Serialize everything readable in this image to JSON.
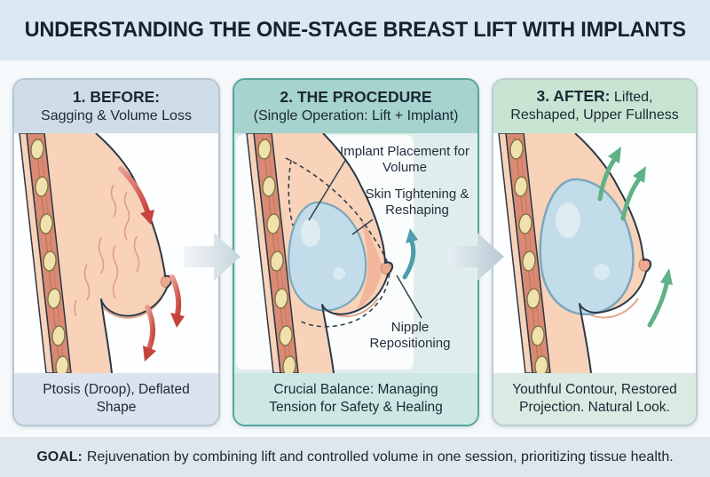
{
  "title": "UNDERSTANDING THE ONE-STAGE BREAST LIFT WITH IMPLANTS",
  "panels": [
    {
      "id": "before",
      "header_bold": "1. BEFORE:",
      "header_rest": "Sagging & Volume Loss",
      "caption": "Ptosis (Droop), Deflated Shape"
    },
    {
      "id": "procedure",
      "header_bold": "2. THE PROCEDURE",
      "header_rest": "(Single Operation: Lift + Implant)",
      "annotations": [
        "Implant Placement for Volume",
        "Skin Tightening & Reshaping",
        "Nipple Repositioning"
      ],
      "caption": "Crucial Balance: Managing Tension for Safety & Healing"
    },
    {
      "id": "after",
      "header_bold": "3. AFTER:",
      "header_rest": " Lifted, Reshaped, Upper Fullness",
      "caption": "Youthful Contour, Restored Projection. Natural Look."
    }
  ],
  "footer": {
    "bold": "GOAL:",
    "text": "Rejuvenation by combining lift and controlled volume in one session, prioritizing tissue health."
  },
  "colors": {
    "title_band": "#dbe9f2",
    "footer_band": "#dde7ec",
    "panel_before_header": "#cfdde9",
    "panel_procedure_header": "#a6d3cd",
    "panel_after_header": "#c7e5d2",
    "panel_procedure_border": "#55a59d",
    "sag_arrow_red": "#c6433c",
    "lift_arrow_green": "#5fb287",
    "nipple_arrow_teal": "#4f9cab",
    "implant_blue": "#c2dce9",
    "skin": "#f8d3b9",
    "muscle": "#d98a74"
  }
}
